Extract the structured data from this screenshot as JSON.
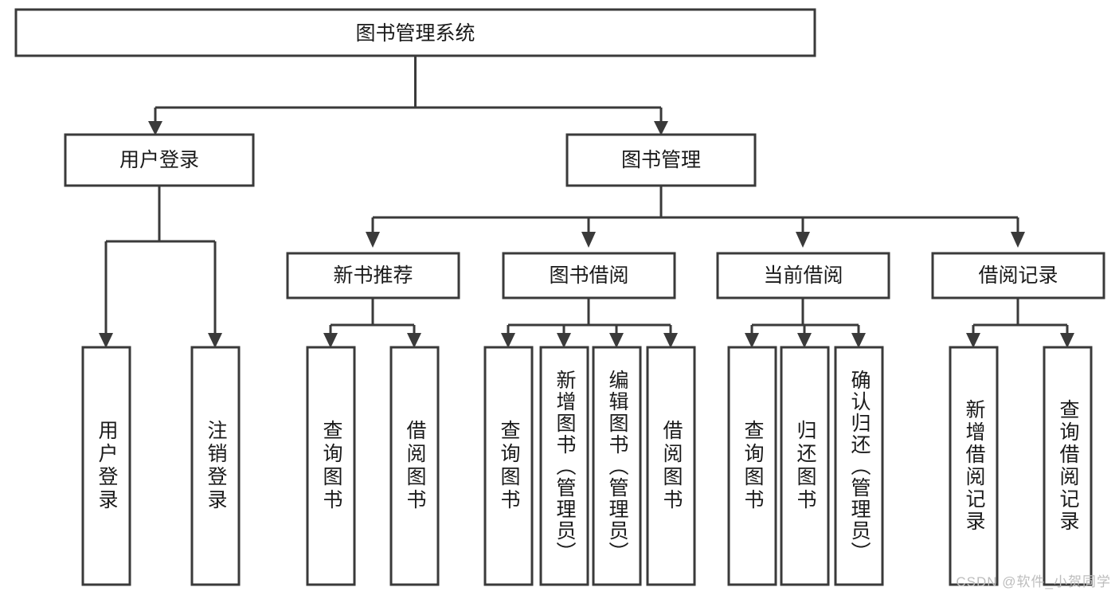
{
  "diagram": {
    "type": "tree-hierarchy-flowchart",
    "title": "图书管理系统",
    "orientation": "top-down",
    "colors": {
      "background": "#ffffff",
      "box_fill": "#ffffff",
      "box_stroke": "#3a3a3a",
      "connector": "#3a3a3a",
      "text": "#1a1a1a",
      "watermark": "#bdbdbd"
    },
    "levels": {
      "root": {
        "label": "图书管理系统"
      },
      "level2": [
        {
          "label": "用户登录"
        },
        {
          "label": "图书管理"
        }
      ],
      "level3": [
        {
          "label": "新书推荐"
        },
        {
          "label": "图书借阅"
        },
        {
          "label": "当前借阅"
        },
        {
          "label": "借阅记录"
        }
      ]
    },
    "groups": [
      {
        "parent": "用户登录",
        "leaves": [
          {
            "label": "用户登录"
          },
          {
            "label": "注销登录"
          }
        ]
      },
      {
        "parent": "新书推荐",
        "leaves": [
          {
            "label": "查询图书"
          },
          {
            "label": "借阅图书"
          }
        ]
      },
      {
        "parent": "图书借阅",
        "leaves": [
          {
            "label": "查询图书"
          },
          {
            "label": "新增图书（管理员）"
          },
          {
            "label": "编辑图书（管理员）"
          },
          {
            "label": "借阅图书"
          }
        ]
      },
      {
        "parent": "当前借阅",
        "leaves": [
          {
            "label": "查询图书"
          },
          {
            "label": "归还图书"
          },
          {
            "label": "确认归还（管理员）"
          }
        ]
      },
      {
        "parent": "借阅记录",
        "leaves": [
          {
            "label": "新增借阅记录"
          },
          {
            "label": "查询借阅记录"
          }
        ]
      }
    ]
  },
  "watermark": {
    "text": "CSDN @软件_小贺同学"
  },
  "nodes": {
    "root": "图书管理系统",
    "n_user_login": "用户登录",
    "n_book_mgmt": "图书管理",
    "n_new_book_rec": "新书推荐",
    "n_book_borrow": "图书借阅",
    "n_current_borrow": "当前借阅",
    "n_borrow_record": "借阅记录",
    "leaf_user_login": "用户登录",
    "leaf_logout": "注销登录",
    "leaf_query_book_a": "查询图书",
    "leaf_borrow_book_a": "借阅图书",
    "leaf_query_book_b": "查询图书",
    "leaf_add_book": "新增图书（管理员）",
    "leaf_edit_book": "编辑图书（管理员）",
    "leaf_borrow_book_b": "借阅图书",
    "leaf_query_book_c": "查询图书",
    "leaf_return_book": "归还图书",
    "leaf_confirm_return": "确认归还（管理员）",
    "leaf_add_record": "新增借阅记录",
    "leaf_query_record": "查询借阅记录"
  }
}
